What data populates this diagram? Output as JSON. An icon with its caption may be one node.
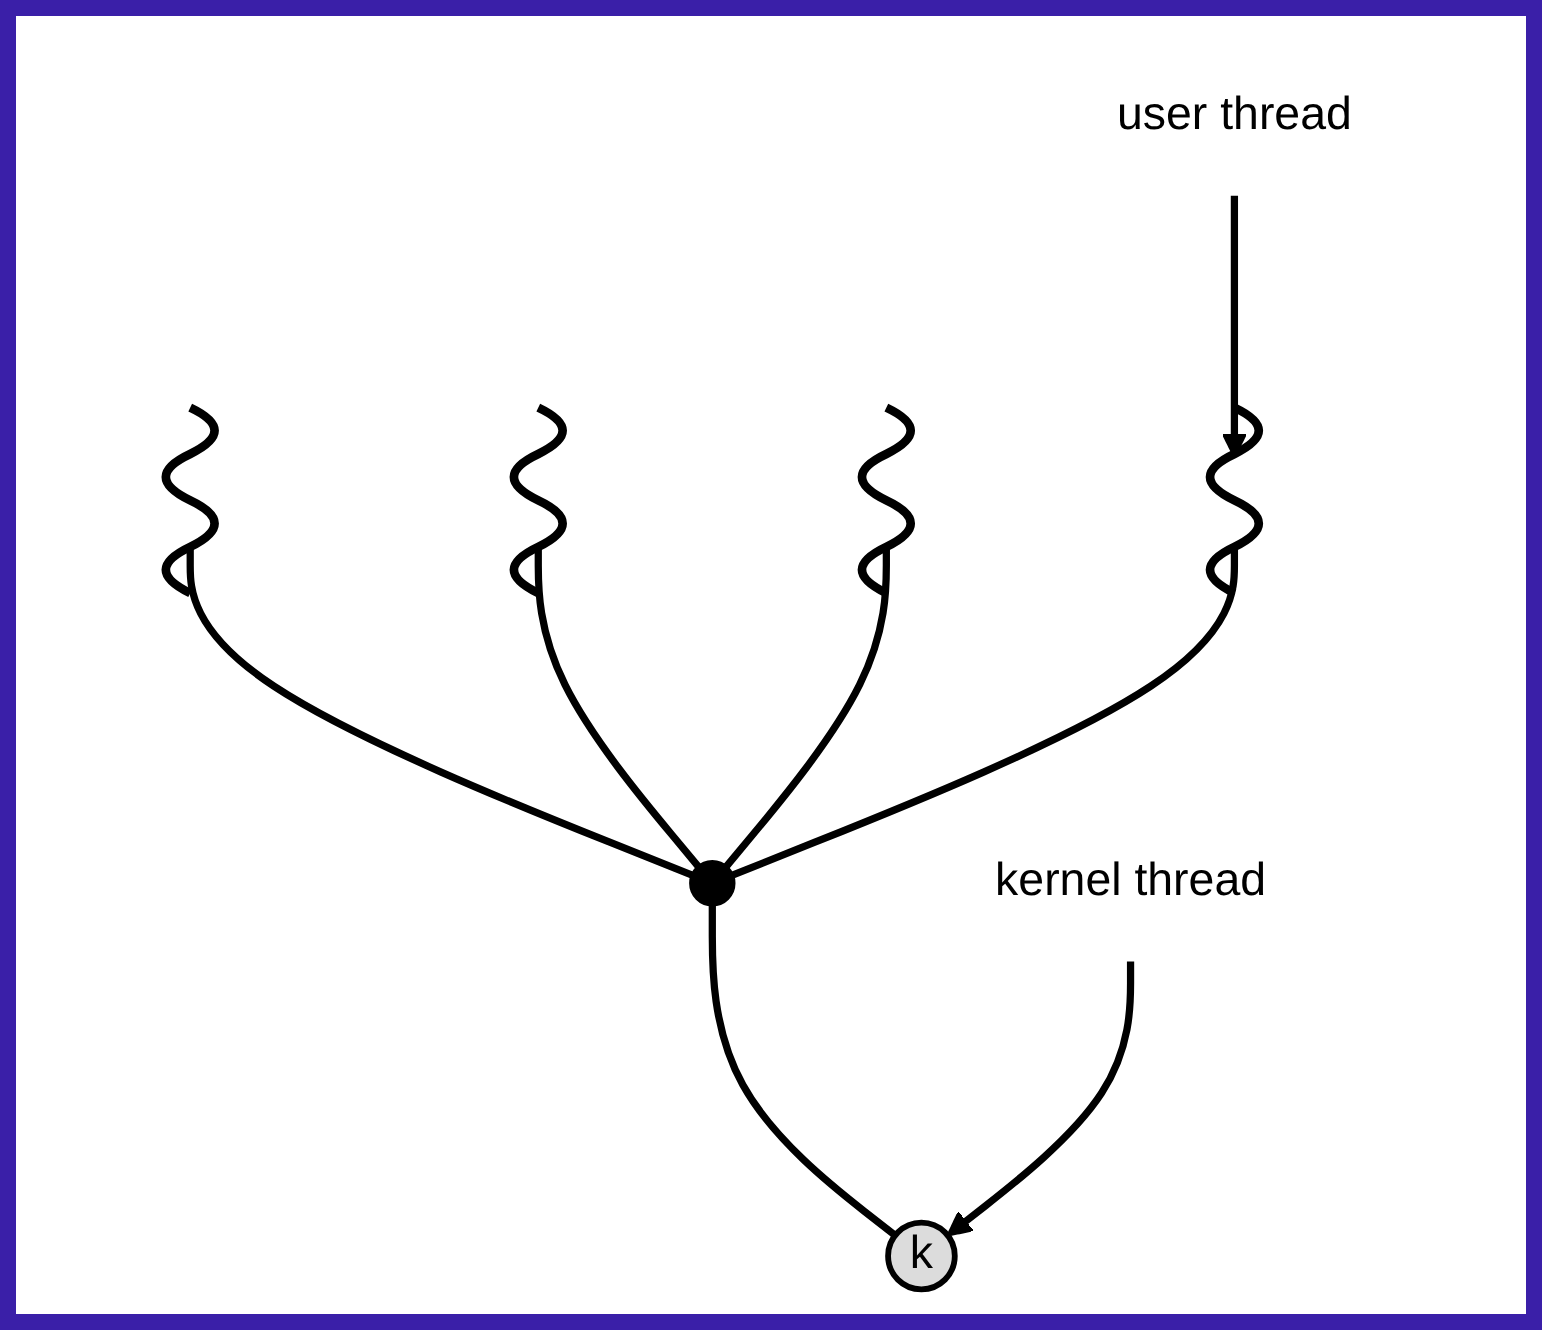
{
  "diagram": {
    "nodes": [
      {
        "text": [],
        "shape": "wave"
      },
      {
        "text": [],
        "shape": "wave"
      },
      {
        "text": [],
        "shape": "wave"
      },
      {
        "text": [],
        "shape": "wave"
      },
      {
        "text": [],
        "shape": "circle"
      },
      {
        "text": [
          "k"
        ]
      },
      {
        "text": [
          "user thread"
        ]
      },
      {
        "text": [
          "kernel thread"
        ]
      }
    ],
    "edges": [
      {
        "from": 0,
        "to": 4,
        "arrow": "none"
      },
      {
        "from": 1,
        "to": 4,
        "arrow": "none"
      },
      {
        "from": 2,
        "to": 4,
        "arrow": "none"
      },
      {
        "from": 3,
        "to": 4,
        "arrow": "none"
      },
      {
        "from": 4,
        "to": 5,
        "arrow": "none"
      },
      {
        "from": 6,
        "to": 3,
        "arrow": "to"
      },
      {
        "from": 7,
        "to": 5,
        "arrow": "to"
      }
    ]
  }
}
